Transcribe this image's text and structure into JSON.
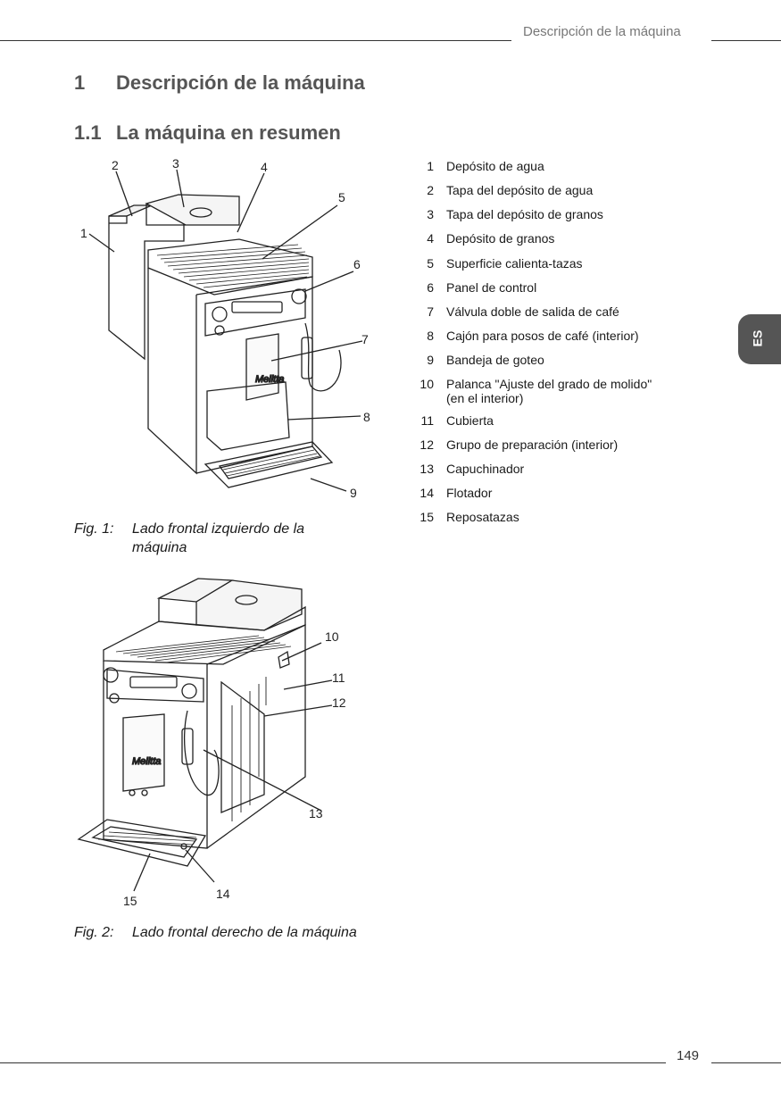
{
  "header": {
    "section_title": "Descripción de la máquina"
  },
  "heading1": {
    "number": "1",
    "title": "Descripción de la máquina"
  },
  "heading2": {
    "number": "1.1",
    "title": "La máquina en resumen"
  },
  "legend": [
    {
      "num": "1",
      "label": "Depósito de agua"
    },
    {
      "num": "2",
      "label": "Tapa del depósito de agua"
    },
    {
      "num": "3",
      "label": "Tapa del depósito de granos"
    },
    {
      "num": "4",
      "label": "Depósito de granos"
    },
    {
      "num": "5",
      "label": "Superficie calienta-tazas"
    },
    {
      "num": "6",
      "label": "Panel de control"
    },
    {
      "num": "7",
      "label": "Válvula doble de salida de café"
    },
    {
      "num": "8",
      "label": "Cajón para posos de café (interior)"
    },
    {
      "num": "9",
      "label": "Bandeja de goteo"
    },
    {
      "num": "10",
      "label": "Palanca \"Ajuste del grado de molido\"",
      "label2": "(en el interior)"
    },
    {
      "num": "11",
      "label": "Cubierta"
    },
    {
      "num": "12",
      "label": "Grupo de preparación (interior)"
    },
    {
      "num": "13",
      "label": "Capuchinador"
    },
    {
      "num": "14",
      "label": "Flotador"
    },
    {
      "num": "15",
      "label": "Reposatazas"
    }
  ],
  "fig1": {
    "label": "Fig. 1:",
    "caption": "Lado frontal izquierdo de la máquina",
    "callouts": [
      "1",
      "2",
      "3",
      "4",
      "5",
      "6",
      "7",
      "8",
      "9"
    ]
  },
  "fig2": {
    "label": "Fig. 2:",
    "caption": "Lado frontal derecho de la máquina",
    "callouts": [
      "10",
      "11",
      "12",
      "13",
      "14",
      "15"
    ]
  },
  "brand_logo_text": "Melitta",
  "side_tab": "ES",
  "footer": {
    "page_number": "149"
  }
}
